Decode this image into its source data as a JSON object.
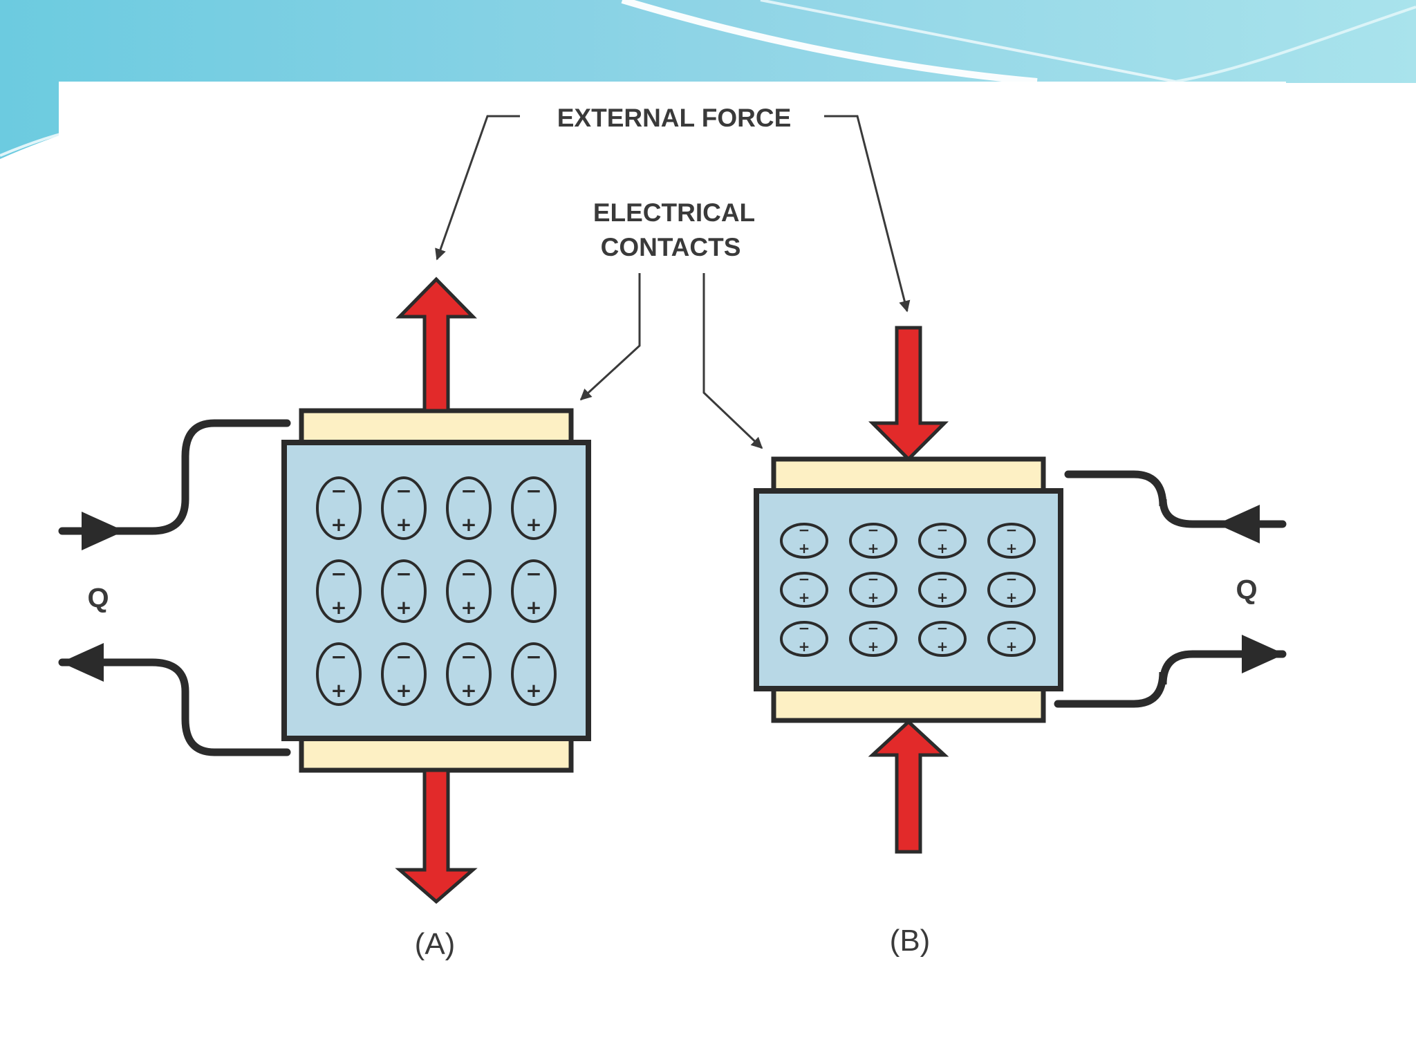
{
  "diagram": {
    "label_external_force": "EXTERNAL FORCE",
    "label_electrical_line1": "ELECTRICAL",
    "label_electrical_line2": "CONTACTS",
    "label_q_left": "Q",
    "label_q_right": "Q",
    "caption_a": "(A)",
    "caption_b": "(B)",
    "dipole_neg": "−",
    "dipole_pos": "+"
  },
  "colors": {
    "banner_light": "#b9e9ee",
    "banner_mid": "#7fcfe0",
    "crystal_fill": "#b8d8e6",
    "contact_fill": "#fdf0c4",
    "force_arrow": "#e22a2a",
    "outline": "#2b2b2b"
  },
  "icons": {
    "force_arrow": "red-force-arrow",
    "charge_flow_arrow": "black-flow-arrow"
  }
}
